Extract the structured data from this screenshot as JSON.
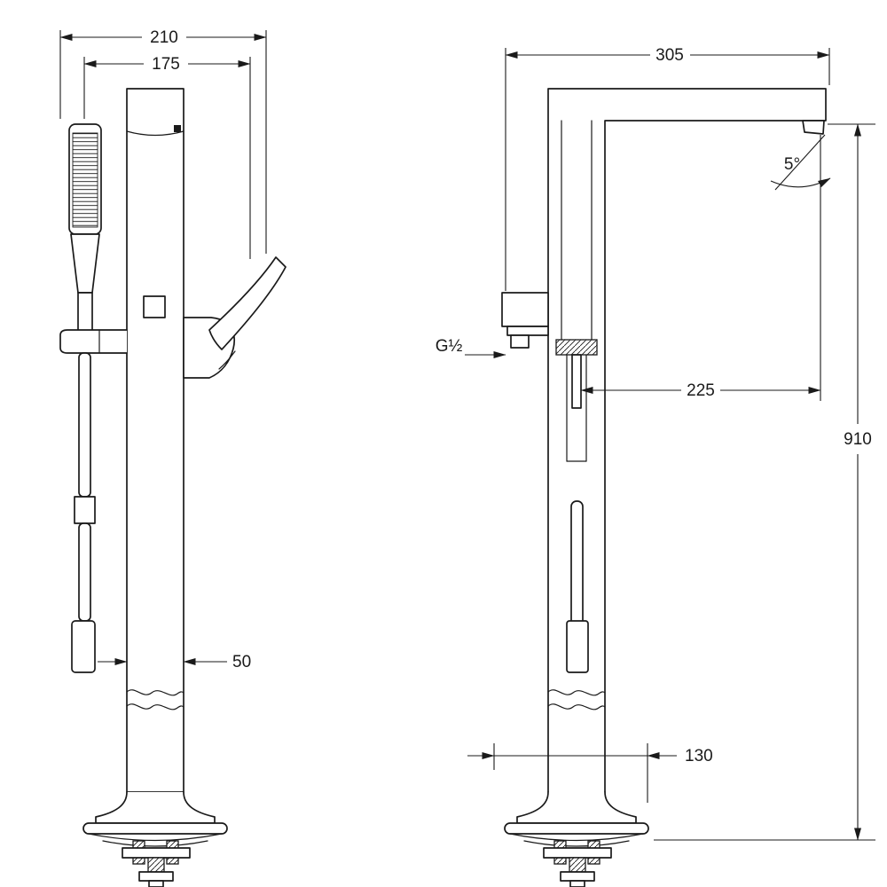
{
  "dimensions": {
    "overall_width": "210",
    "inner_width": "175",
    "column_width": "50",
    "depth": "305",
    "spout_angle": "5°",
    "connection": "G½",
    "spout_reach": "225",
    "height": "910",
    "base_offset": "130"
  },
  "colors": {
    "line": "#1a1a1a",
    "background": "#ffffff"
  }
}
